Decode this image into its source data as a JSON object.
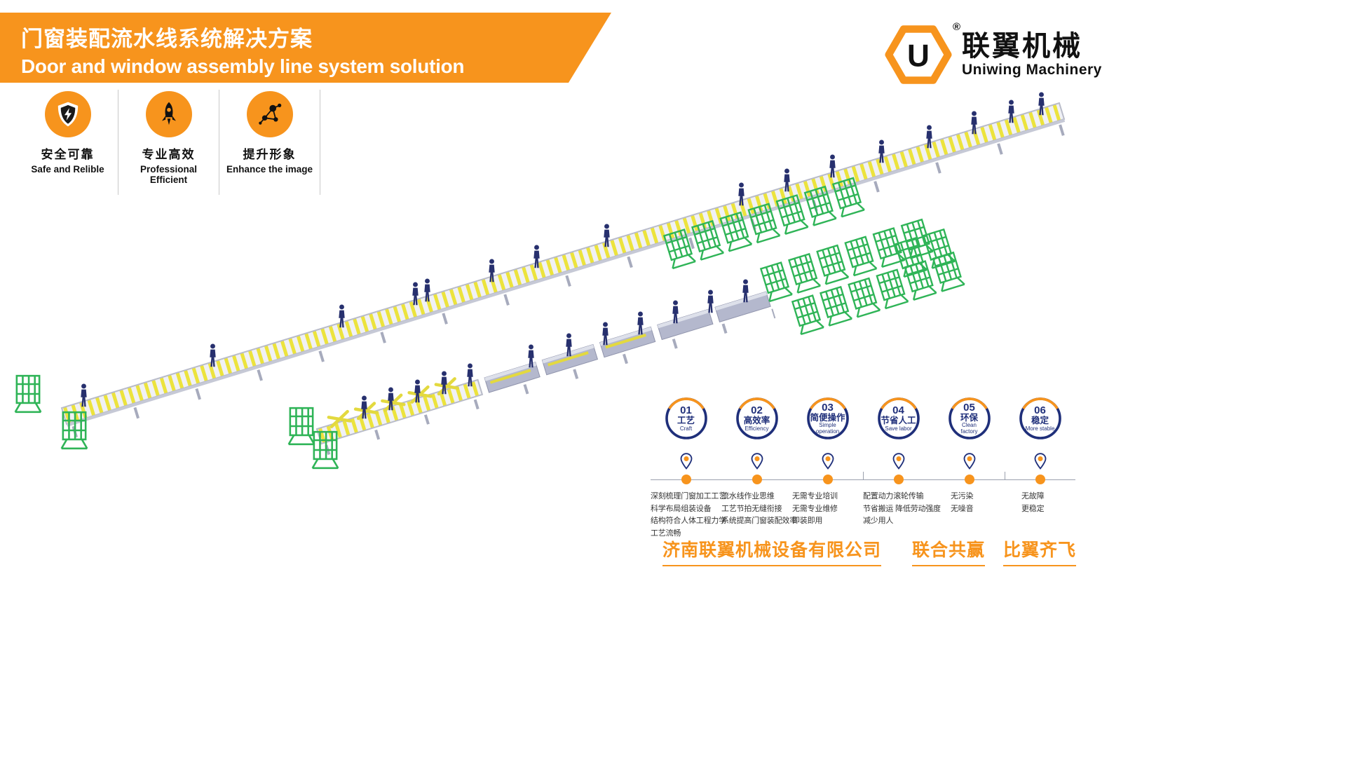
{
  "colors": {
    "orange": "#F7941D",
    "navy": "#1F2F7A",
    "green": "#2FB457",
    "roller_yellow": "#ECE33D"
  },
  "header": {
    "title_zh": "门窗装配流水线系统解决方案",
    "title_en": "Door and window assembly line system solution"
  },
  "logo": {
    "letter": "U",
    "registered": "®",
    "name_zh": "联翼机械",
    "name_en": "Uniwing Machinery"
  },
  "features": [
    {
      "icon": "shield-icon",
      "label_zh": "安全可靠",
      "label_en": "Safe and Relible"
    },
    {
      "icon": "rocket-icon",
      "label_zh": "专业高效",
      "label_en": "Professional Efficient"
    },
    {
      "icon": "molecule-icon",
      "label_zh": "提升形象",
      "label_en": "Enhance the image"
    }
  ],
  "illustration": {
    "description": "Isometric door and window assembly line with roller conveyors, workers and green transport racks"
  },
  "timeline": {
    "items": [
      {
        "num": "01",
        "title_zh": "工艺",
        "title_en": "Craft",
        "desc": "深刻梳理门窗加工工艺\n科学布局组装设备\n结构符合人体工程力学\n工艺流畅"
      },
      {
        "num": "02",
        "title_zh": "高效率",
        "title_en": "Efficiency",
        "desc": "流水线作业思维\n工艺节拍无缝衔接\n系统提高门窗装配效率"
      },
      {
        "num": "03",
        "title_zh": "简便操作",
        "title_en": "Simple operation",
        "desc": "无需专业培训\n无需专业维修\n即装即用"
      },
      {
        "num": "04",
        "title_zh": "节省人工",
        "title_en": "Save labor",
        "desc": "配置动力滚轮传输\n节省搬运 降低劳动强度\n减少用人"
      },
      {
        "num": "05",
        "title_zh": "环保",
        "title_en": "Clean factory",
        "desc": "无污染\n无噪音"
      },
      {
        "num": "06",
        "title_zh": "稳定",
        "title_en": "More stable",
        "desc": "无故障\n更稳定"
      }
    ]
  },
  "footer": {
    "company": "济南联翼机械设备有限公司",
    "slogan_1": "联合共赢",
    "slogan_2": "比翼齐飞"
  }
}
